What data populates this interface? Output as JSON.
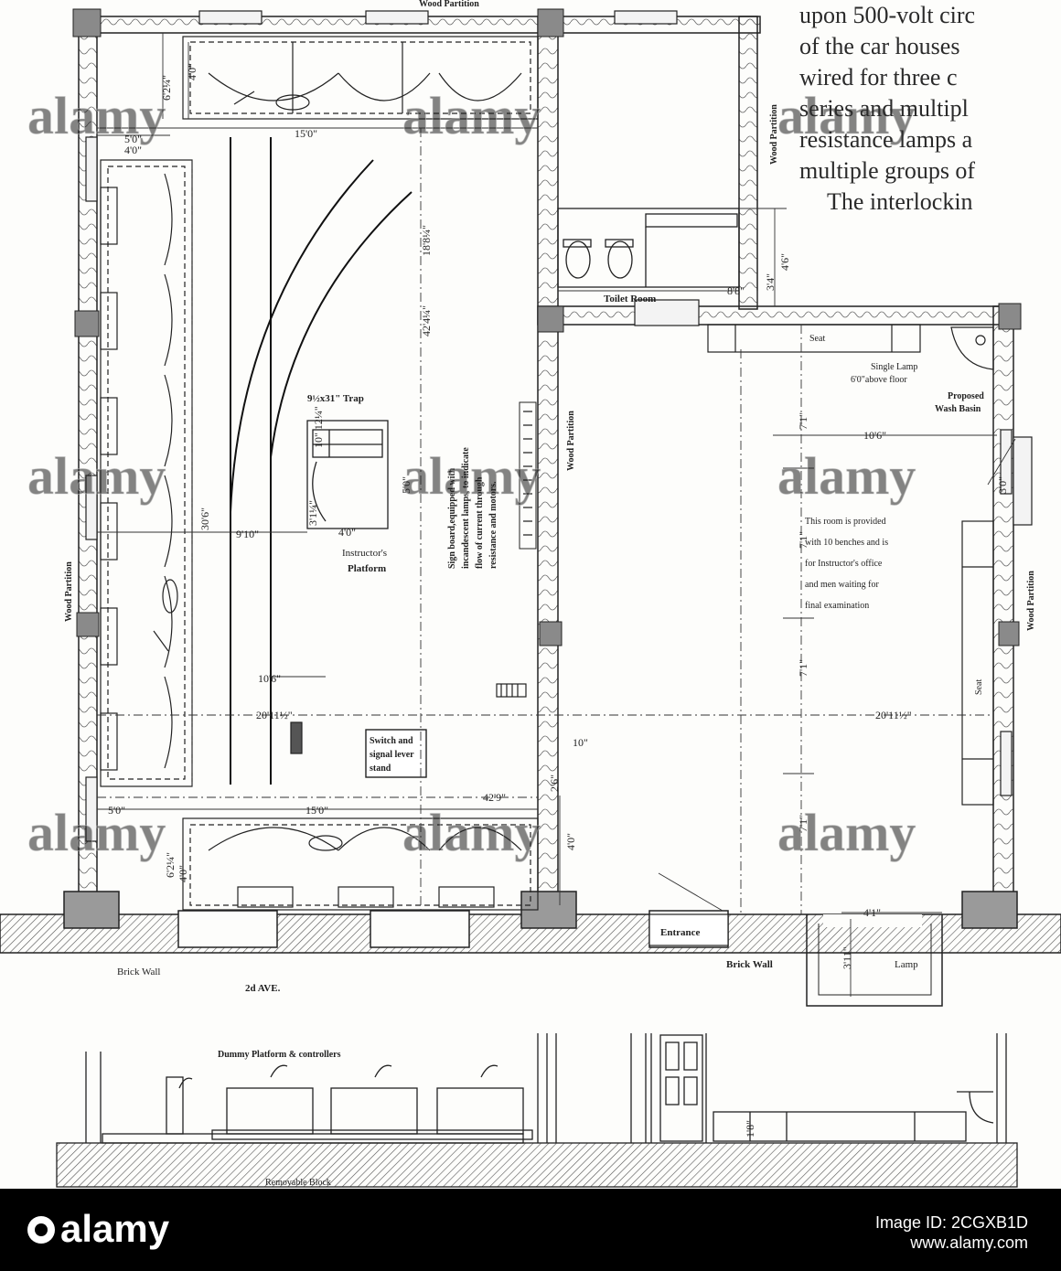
{
  "prose_lines": [
    "upon 500-volt circ",
    "of the car houses",
    "wired for three c",
    "series and multipl",
    "resistance lamps a",
    "multiple groups of",
    "The interlockin"
  ],
  "labels": {
    "wood_partition_top": "Wood Partition",
    "wood_partition_right_upper": "Wood Partition",
    "wood_partition_center": "Wood Partition",
    "wood_partition_left": "Wood Partition",
    "wood_partition_right_lower": "Wood Partition",
    "toilet_room": "Toilet Room",
    "seat_top": "Seat",
    "seat_right": "Seat",
    "single_lamp_1": "Single Lamp",
    "single_lamp_2": "6'0\"above floor",
    "proposed_1": "Proposed",
    "proposed_2": "Wash Basin",
    "trap": "9½x31\" Trap",
    "instructor_1": "Instructor's",
    "instructor_2": "Platform",
    "sign_board_1": "Sign board,equipped with",
    "sign_board_2": "incandescent lamps, to indicate",
    "sign_board_3": "flow of current through",
    "sign_board_4": "resistance and motors.",
    "room_note_1": "This room is provided",
    "room_note_2": "with 10 benches and is",
    "room_note_3": "for Instructor's office",
    "room_note_4": "and men waiting for",
    "room_note_5": "final examination",
    "switch_1": "Switch and",
    "switch_2": "signal lever",
    "switch_3": "stand",
    "entrance": "Entrance",
    "brick_wall_left": "Brick Wall",
    "brick_wall_right": "Brick Wall",
    "lamp": "Lamp",
    "street": "2d AVE.",
    "dummy_platform": "Dummy Platform & controllers",
    "removable_block": "Removable Block"
  },
  "dimensions": {
    "d_6_2q": "6'2¼\"",
    "d_4_0_top": "4'0\"",
    "d_5_0_top": "5'0\"",
    "d_4_0_left": "4'0\"",
    "d_15_0_top": "15'0\"",
    "d_18_8q": "18'8¼\"",
    "d_42_4q": "42'4¼\"",
    "d_8_8": "8'8\"",
    "d_3_4": "3'4\"",
    "d_4_6": "4'6\"",
    "d_10_12q": "10\" 12¼\"",
    "d_5_0_trap": "5'0\"",
    "d_3_1q": "3'1¼\"",
    "d_4_0_trap": "4'0\"",
    "d_9_10": "9'10\"",
    "d_30_6": "30'6\"",
    "d_10_6_right": "10'6\"",
    "d_3_0": "3'0\"",
    "d_7_1_a": "7'1\"",
    "d_7_1_b": "7'1\"",
    "d_7_1_c": "7'1\"",
    "d_7_1_d": "7'1\"",
    "d_10_6_left": "10'6\"",
    "d_20_11h_left": "20'11½\"",
    "d_20_11h_right": "20'11½\"",
    "d_10": "10\"",
    "d_2_6": "2'6\"",
    "d_42_9": "42'9\"",
    "d_5_0_bottom": "5'0\"",
    "d_15_0_bottom": "15'0\"",
    "d_6_2q_bottom": "6'2¼\"",
    "d_4_0_bottom": "4'0\"",
    "d_4_0_center": "4'0\"",
    "d_4_1": "4'1\"",
    "d_3_11": "3'11\"",
    "d_1_8": "1'8\""
  },
  "watermark": "alamy",
  "footer": {
    "logo": "alamy",
    "image_id": "Image ID: 2CGXB1D",
    "site": "www.alamy.com"
  }
}
